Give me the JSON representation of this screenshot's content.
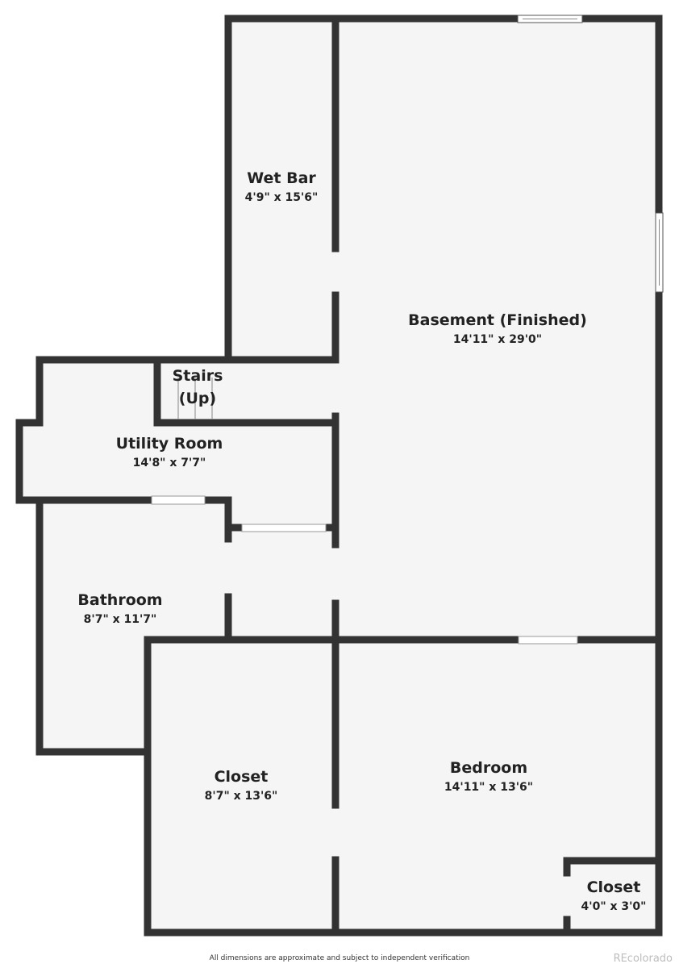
{
  "rooms": {
    "wet_bar": {
      "name": "Wet Bar",
      "dims": "4'9\" x 15'6\""
    },
    "basement": {
      "name": "Basement (Finished)",
      "dims": "14'11\" x 29'0\""
    },
    "stairs": {
      "name_line1": "Stairs",
      "name_line2": "(Up)"
    },
    "utility": {
      "name": "Utility Room",
      "dims": "14'8\" x 7'7\""
    },
    "bathroom": {
      "name": "Bathroom",
      "dims": "8'7\" x 11'7\""
    },
    "closet_large": {
      "name": "Closet",
      "dims": "8'7\" x 13'6\""
    },
    "bedroom": {
      "name": "Bedroom",
      "dims": "14'11\" x 13'6\""
    },
    "closet_small": {
      "name": "Closet",
      "dims": "4'0\" x 3'0\""
    }
  },
  "footer": {
    "disclaimer": "All dimensions are approximate and subject to independent verification",
    "watermark": "REcolorado"
  },
  "colors": {
    "wall": "#333333",
    "floor": "#f5f5f5",
    "opening": "#ffffff"
  }
}
